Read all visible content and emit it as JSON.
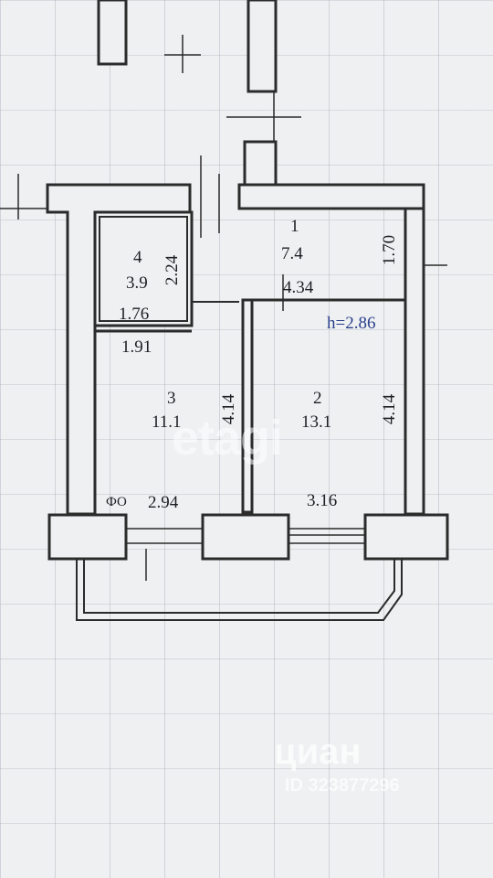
{
  "rooms": [
    {
      "number": "1",
      "area": "7.4"
    },
    {
      "number": "2",
      "area": "13.1"
    },
    {
      "number": "3",
      "area": "11.1"
    },
    {
      "number": "4",
      "area": "3.9"
    }
  ],
  "dimensions": {
    "hall_height": "1.70",
    "hall_length": "4.34",
    "bath_height": "2.24",
    "bath_width": "1.76",
    "room3_top": "1.91",
    "room3_height": "4.14",
    "room2_height": "4.14",
    "room3_width": "2.94",
    "room2_width": "3.16"
  },
  "ceiling_height": "h=2.86",
  "window_mark": "ФО",
  "watermarks": {
    "etagi": "etagi",
    "cian_logo": "циан",
    "listing_id": "ID 323877296"
  }
}
